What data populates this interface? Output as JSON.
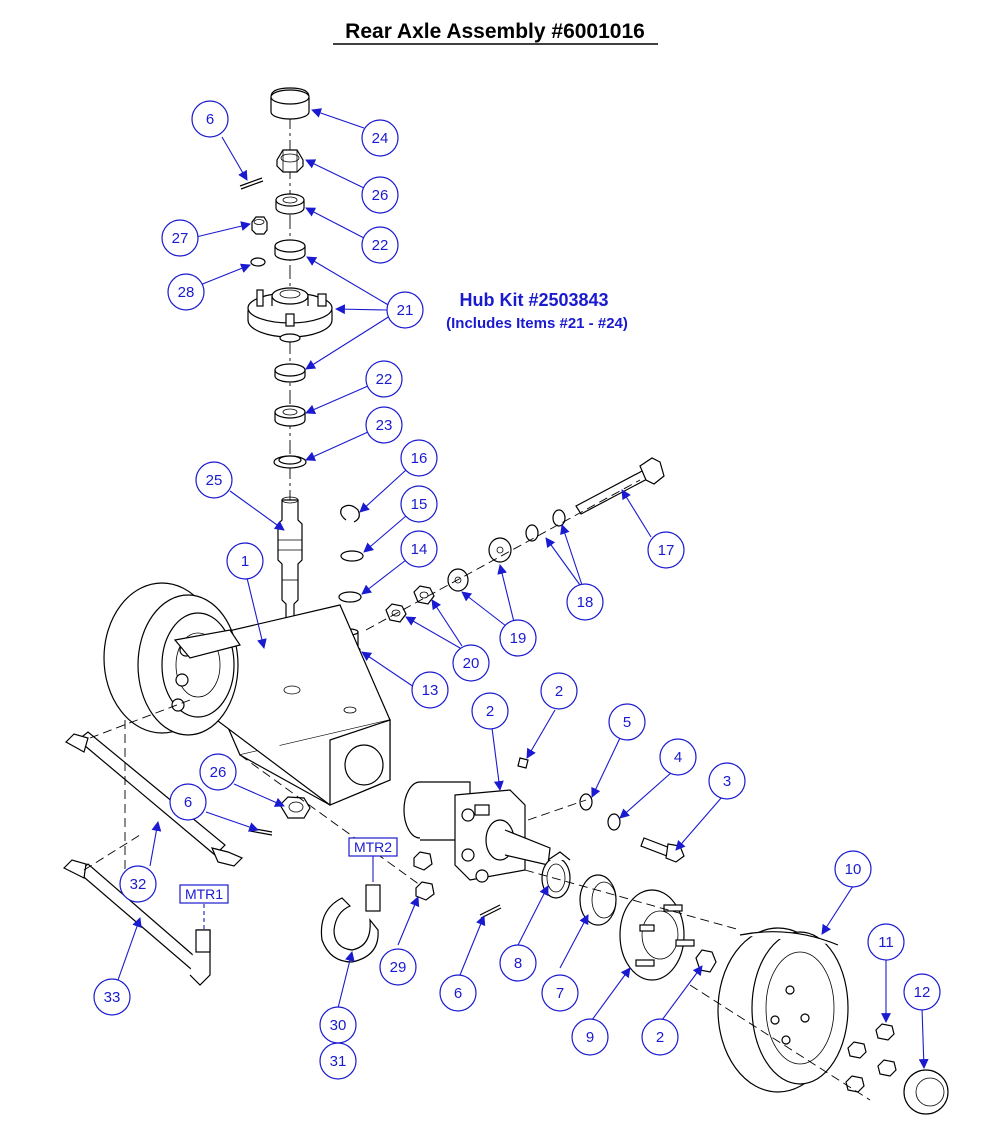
{
  "title": "Rear Axle Assembly #6001016",
  "hub_kit": {
    "title": "Hub Kit #2503843",
    "subtitle": "(Includes Items #21 - #24)"
  },
  "balloons": [
    "6",
    "24",
    "26",
    "22",
    "27",
    "28",
    "21",
    "22",
    "23",
    "25",
    "16",
    "15",
    "1",
    "14",
    "17",
    "18",
    "19",
    "20",
    "13",
    "2",
    "2",
    "5",
    "4",
    "26",
    "6",
    "3",
    "MTR2",
    "32",
    "10",
    "MTR1",
    "8",
    "7",
    "29",
    "11",
    "12",
    "33",
    "6",
    "9",
    "2",
    "30",
    "31"
  ],
  "colors": {
    "callout": "#1a1ad0",
    "line": "#000000"
  }
}
